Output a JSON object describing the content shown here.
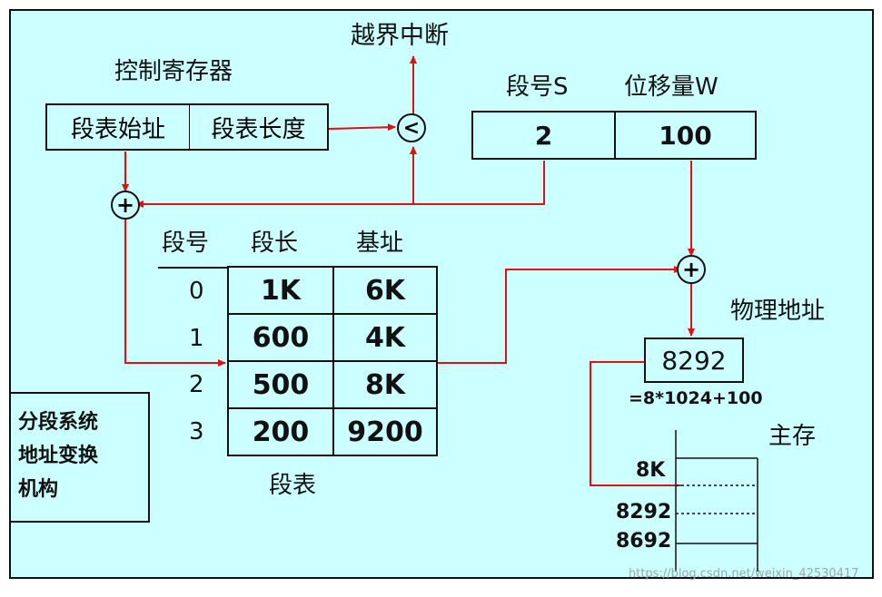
{
  "interrupt_label": "越界中断",
  "control_register": {
    "title": "控制寄存器",
    "start_label": "段表始址",
    "length_label": "段表长度"
  },
  "logical_address": {
    "seg_header": "段号S",
    "offset_header": "位移量W",
    "seg_value": "2",
    "offset_value": "100"
  },
  "compare_symbol": "<",
  "adder_symbol": "+",
  "segment_table": {
    "caption": "段表",
    "col_index": "段号",
    "col_length": "段长",
    "col_base": "基址",
    "rows": [
      {
        "index": "0",
        "length": "1K",
        "base": "6K"
      },
      {
        "index": "1",
        "length": "600",
        "base": "4K"
      },
      {
        "index": "2",
        "length": "500",
        "base": "8K"
      },
      {
        "index": "3",
        "length": "200",
        "base": "9200"
      }
    ]
  },
  "physical_address": {
    "title": "物理地址",
    "value": "8292",
    "formula": "=8*1024+100"
  },
  "memory": {
    "title": "主存",
    "marks": [
      "8K",
      "8292",
      "8692"
    ]
  },
  "mechanism_title": [
    "分段系统",
    "地址变换",
    "机构"
  ],
  "colors": {
    "background": "#ccffff",
    "wire": "#e01010",
    "border": "#111111"
  },
  "watermark": "https://blog.csdn.net/weixin_42530417"
}
